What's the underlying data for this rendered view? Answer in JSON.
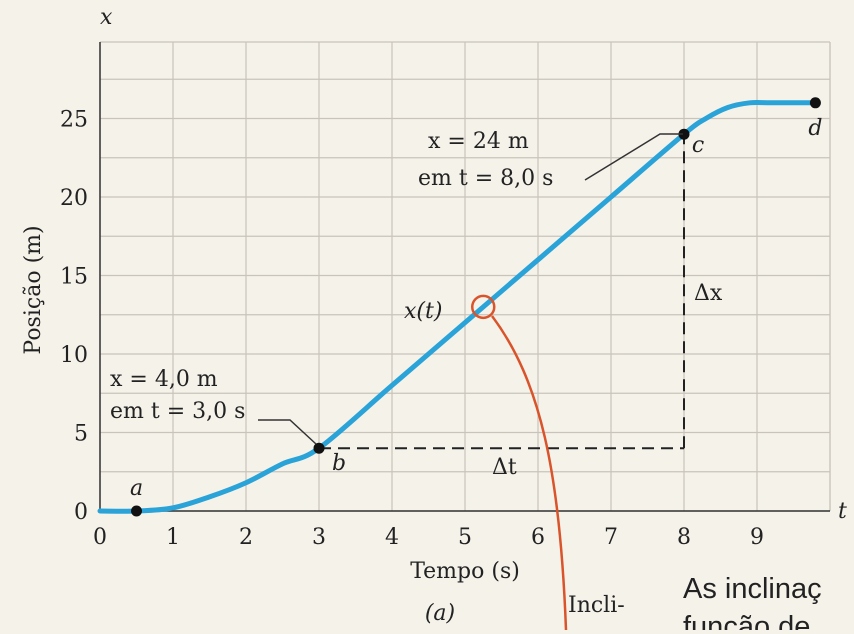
{
  "chart_data": {
    "type": "line",
    "title": "",
    "xlabel": "Tempo (s)",
    "ylabel": "Posição (m)",
    "x_axis_var": "t",
    "y_axis_var": "x",
    "xlim": [
      0,
      10
    ],
    "ylim": [
      0,
      30
    ],
    "x_ticks": [
      0,
      1,
      2,
      3,
      4,
      5,
      6,
      7,
      8,
      9
    ],
    "y_ticks": [
      0,
      5,
      10,
      15,
      20,
      25
    ],
    "grid": true,
    "series": [
      {
        "name": "x(t)",
        "x": [
          0,
          0.5,
          1,
          1.5,
          2,
          2.5,
          3,
          4,
          5,
          6,
          7,
          8,
          8.3,
          8.6,
          8.9,
          9.2,
          9.8
        ],
        "y": [
          0,
          0,
          0.2,
          0.9,
          1.8,
          3.0,
          4,
          8,
          12,
          16,
          20,
          24,
          25.0,
          25.7,
          26.0,
          26.0,
          26.0
        ]
      }
    ],
    "points": [
      {
        "label": "a",
        "x": 0.5,
        "y": 0
      },
      {
        "label": "b",
        "x": 3,
        "y": 4
      },
      {
        "label": "c",
        "x": 8,
        "y": 24
      },
      {
        "label": "d",
        "x": 9.8,
        "y": 26
      }
    ],
    "annotations": {
      "b_line1": "x = 4,0 m",
      "b_line2": "em t = 3,0 s",
      "c_line1": "x = 24 m",
      "c_line2": "em t = 8,0 s",
      "dx_label": "Δx",
      "dt_label": "Δt",
      "curve_label": "x(t)",
      "sub_label": "(a)",
      "incl_text": "Incli-",
      "side_line1": "As inclinaç",
      "side_line2": "função de"
    },
    "highlight_circle": {
      "x": 5.25,
      "y": 13
    }
  },
  "colors": {
    "curve": "#2aa3d8",
    "accent": "#d9542b",
    "grid": "#c9c4bb",
    "background": "#f5f2ea"
  }
}
